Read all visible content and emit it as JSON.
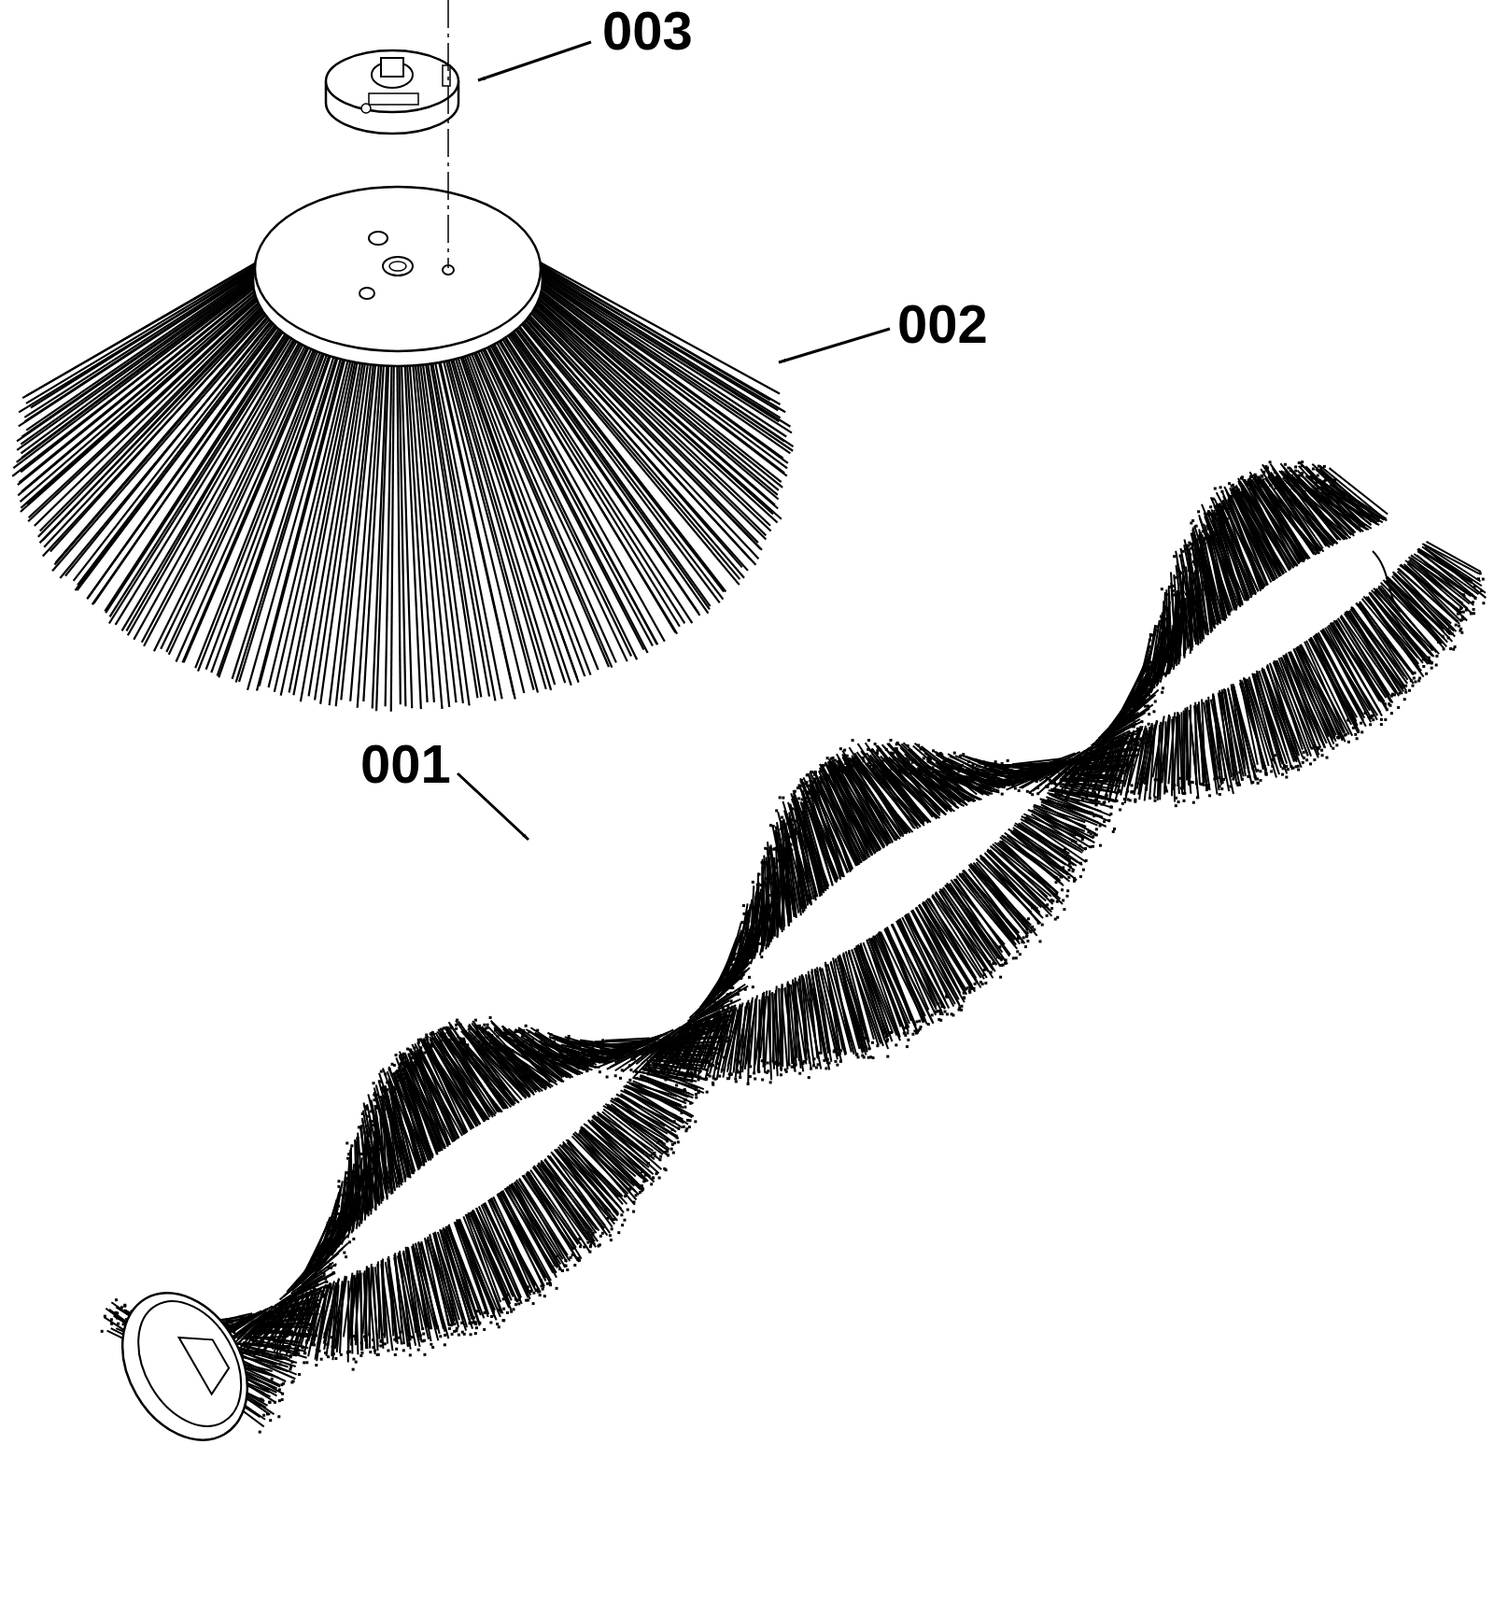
{
  "diagram": {
    "labels": [
      "003",
      "002",
      "001"
    ]
  }
}
